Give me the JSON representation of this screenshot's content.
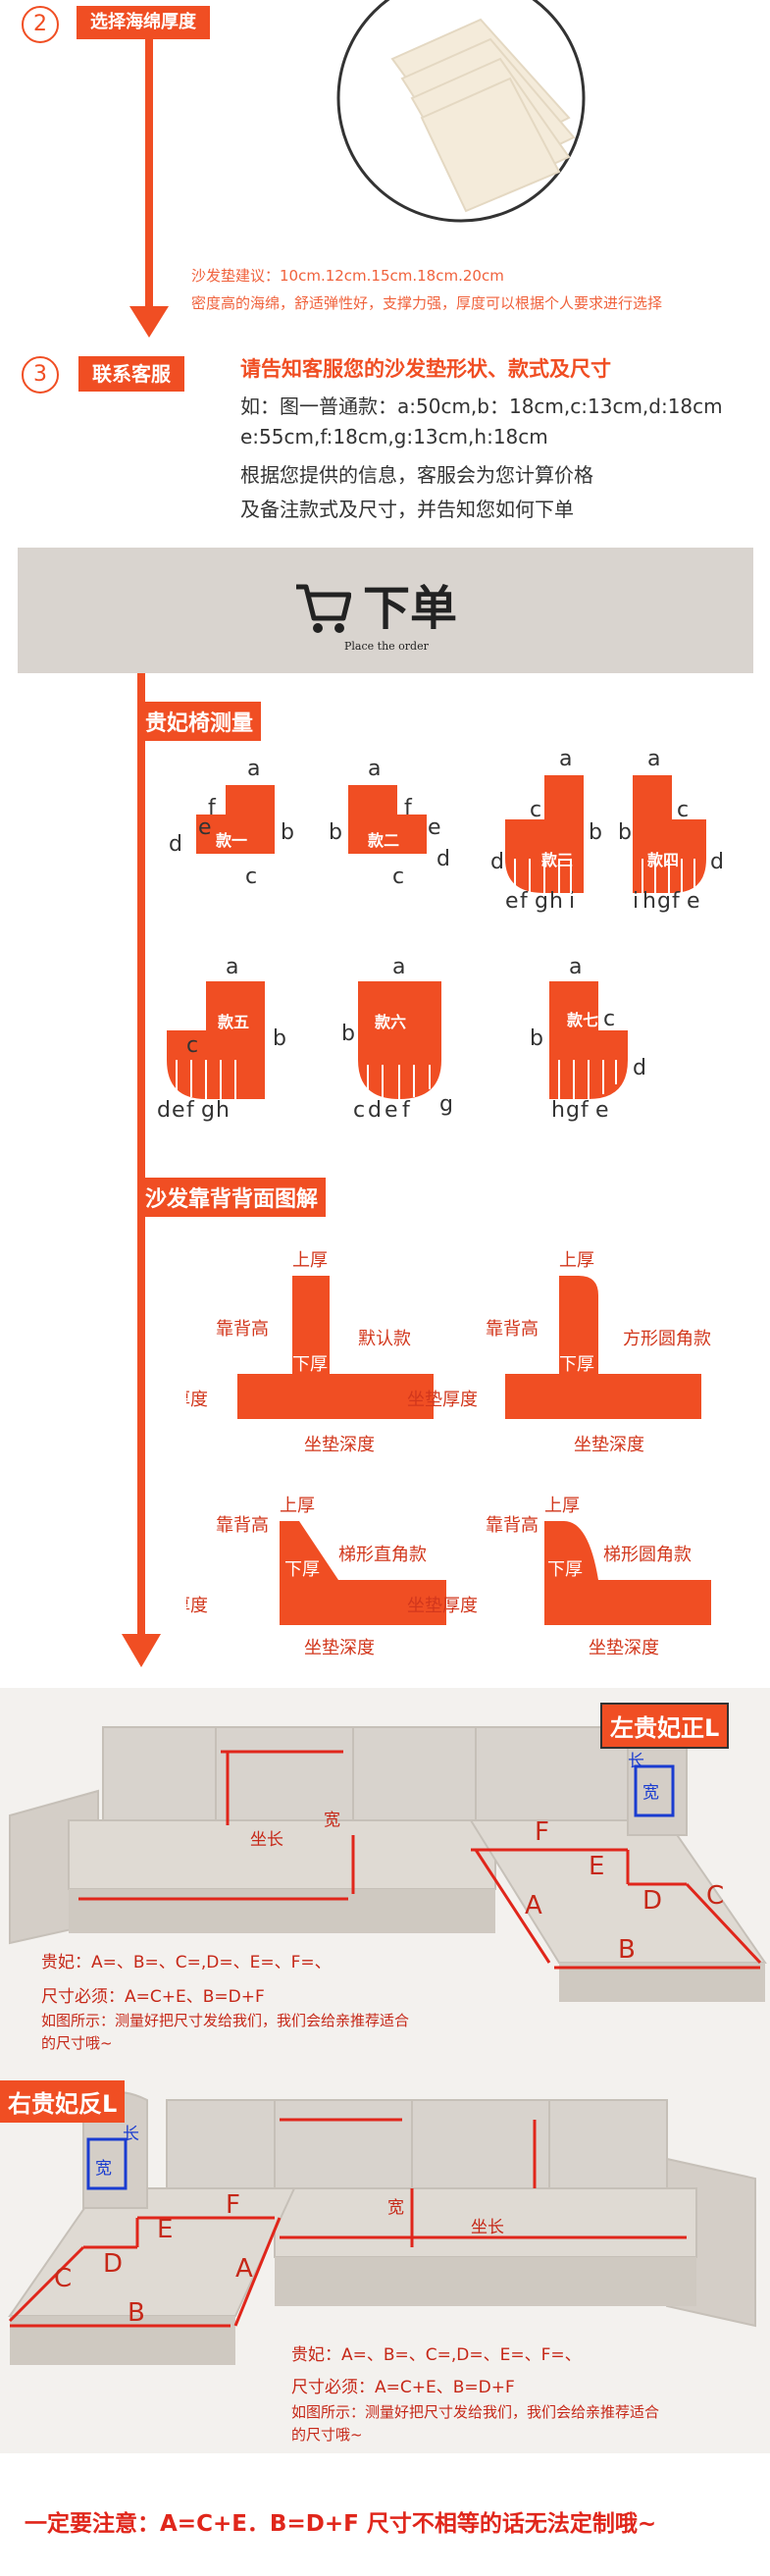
{
  "step2": {
    "num": "2",
    "label": "选择海绵厚度"
  },
  "foam": {
    "suggest": "沙发垫建议：10cm.12cm.15cm.18cm.20cm",
    "desc": "密度高的海绵，舒适弹性好，支撑力强，厚度可以根据个人要求进行选择"
  },
  "step3": {
    "num": "3",
    "label": "联系客服"
  },
  "contact": {
    "headline": "请告知客服您的沙发垫形状、款式及尺寸",
    "line1": "如：图一普通款：a:50cm,b：18cm,c:13cm,d:18cm",
    "line2": "e:55cm,f:18cm,g:13cm,h:18cm",
    "line3": "根据您提供的信息，客服会为您计算价格",
    "line4": "及备注款式及尺寸，并告知您如何下单"
  },
  "order": {
    "title": "下单",
    "subtitle": "Place the order"
  },
  "chaise": {
    "title": "贵妃椅测量",
    "styles": [
      "款一",
      "款二",
      "款三",
      "款四",
      "款五",
      "款六",
      "款七"
    ],
    "letters": {
      "a": "a",
      "b": "b",
      "c": "c",
      "d": "d",
      "e": "e",
      "f": "f",
      "g": "g",
      "h": "h",
      "i": "i"
    }
  },
  "backrest": {
    "title": "沙发靠背背面图解",
    "top": "上厚",
    "back_height": "靠背高",
    "bottom": "下厚",
    "seat_thickness": "坐垫厚度",
    "seat_depth": "坐垫深度",
    "default": "默认款",
    "square_round": "方形圆角款",
    "trap_straight": "梯形直角款",
    "trap_round": "梯形圆角款"
  },
  "left_sofa": {
    "tag": "左贵妃正L",
    "seat_len": "坐长",
    "width": "宽",
    "length": "长",
    "letters": [
      "A",
      "B",
      "C",
      "D",
      "E",
      "F"
    ],
    "formula": "贵妃：A=、B=、C=,D=、E=、F=、",
    "must": "尺寸必须：A=C+E、B=D+F",
    "tip1": "如图所示：测量好把尺寸发给我们，我们会给亲推荐适合",
    "tip2": "的尺寸哦~"
  },
  "right_sofa": {
    "tag": "右贵妃反L",
    "seat_len": "坐长",
    "width": "宽",
    "length": "长",
    "letters": [
      "A",
      "B",
      "C",
      "D",
      "E",
      "F"
    ],
    "formula": "贵妃：A=、B=、C=,D=、E=、F=、",
    "must": "尺寸必须：A=C+E、B=D+F",
    "tip1": "如图所示：测量好把尺寸发给我们，我们会给亲推荐适合",
    "tip2": "的尺寸哦~"
  },
  "footer": {
    "note": "一定要注意：A=C+E．B=D+F   尺寸不相等的话无法定制哦~"
  },
  "colors": {
    "accent": "#f04e23",
    "banner": "#d9d4cf",
    "sofa": "#d8d3cd"
  }
}
